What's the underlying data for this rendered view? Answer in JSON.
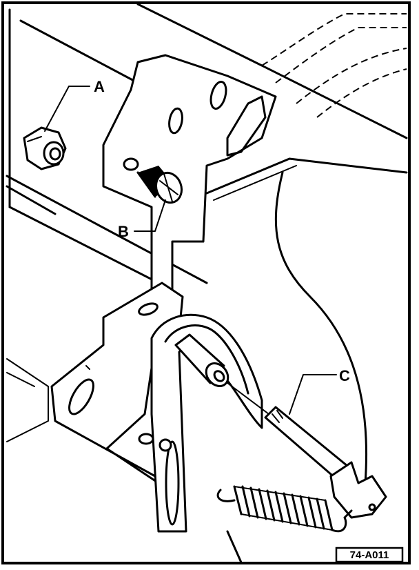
{
  "diagram": {
    "labels": {
      "a": "A",
      "b": "B",
      "c": "C"
    },
    "figure_code": "74-A011"
  }
}
